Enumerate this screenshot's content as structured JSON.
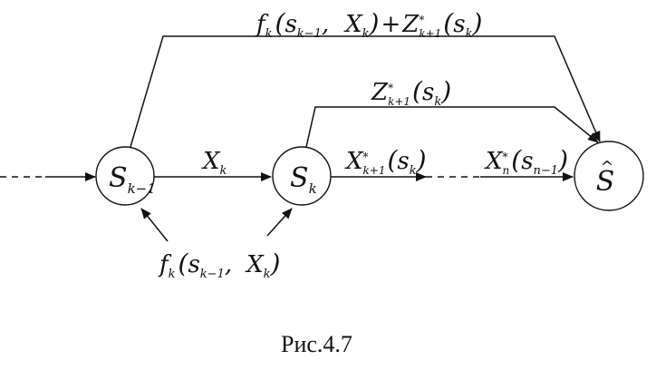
{
  "diagram": {
    "nodes": {
      "prev_state": {
        "symbol": "S",
        "subscript": "k−1"
      },
      "current_state": {
        "symbol": "S",
        "subscript": "k"
      },
      "final_state": {
        "symbol": "S",
        "accent": "^"
      }
    },
    "edge_labels": {
      "top_outer": {
        "f": "f",
        "f_sub": "k",
        "s_prev": "s",
        "s_prev_sub": "k−1",
        "comma": ",",
        "x": "X",
        "x_sub": "k",
        "plus": "+",
        "z": "Z",
        "z_sup": "*",
        "z_sub": "k+1",
        "s": "s",
        "s_sub": "k"
      },
      "top_inner": {
        "z": "Z",
        "z_sup": "*",
        "z_sub": "k+1",
        "s": "s",
        "s_sub": "k"
      },
      "middle_left": {
        "x": "X",
        "x_sub": "k"
      },
      "middle_right_1": {
        "x": "X",
        "x_sup": "*",
        "x_sub": "k+1",
        "s": "s",
        "s_sub": "k"
      },
      "middle_right_2": {
        "x": "X",
        "x_sup": "*",
        "x_sub": "n",
        "s": "s",
        "s_sub": "n−1"
      },
      "bottom": {
        "f": "f",
        "f_sub": "k",
        "s_prev": "s",
        "s_prev_sub": "k−1",
        "comma": ",",
        "x": "X",
        "x_sub": "k"
      }
    },
    "caption": "Рис.4.7"
  }
}
